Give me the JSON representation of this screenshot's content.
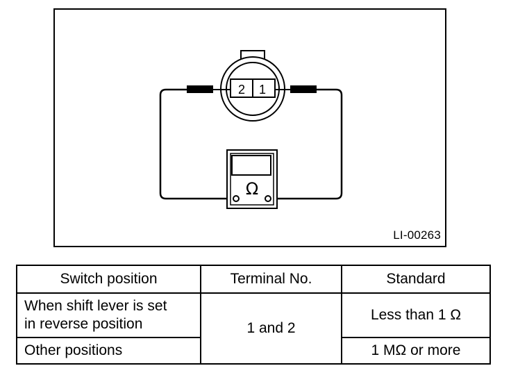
{
  "figure": {
    "code": "LI-00263",
    "connector": {
      "terminal_left": "2",
      "terminal_right": "1"
    },
    "meter_symbol": "Ω"
  },
  "table": {
    "headers": [
      "Switch position",
      "Terminal No.",
      "Standard"
    ],
    "rows": [
      {
        "position_line1": "When shift lever is set",
        "position_line2": "in reverse position",
        "terminal": "1 and 2",
        "standard": "Less than 1 Ω"
      },
      {
        "position": "Other positions",
        "standard": "1 MΩ or more"
      }
    ]
  }
}
